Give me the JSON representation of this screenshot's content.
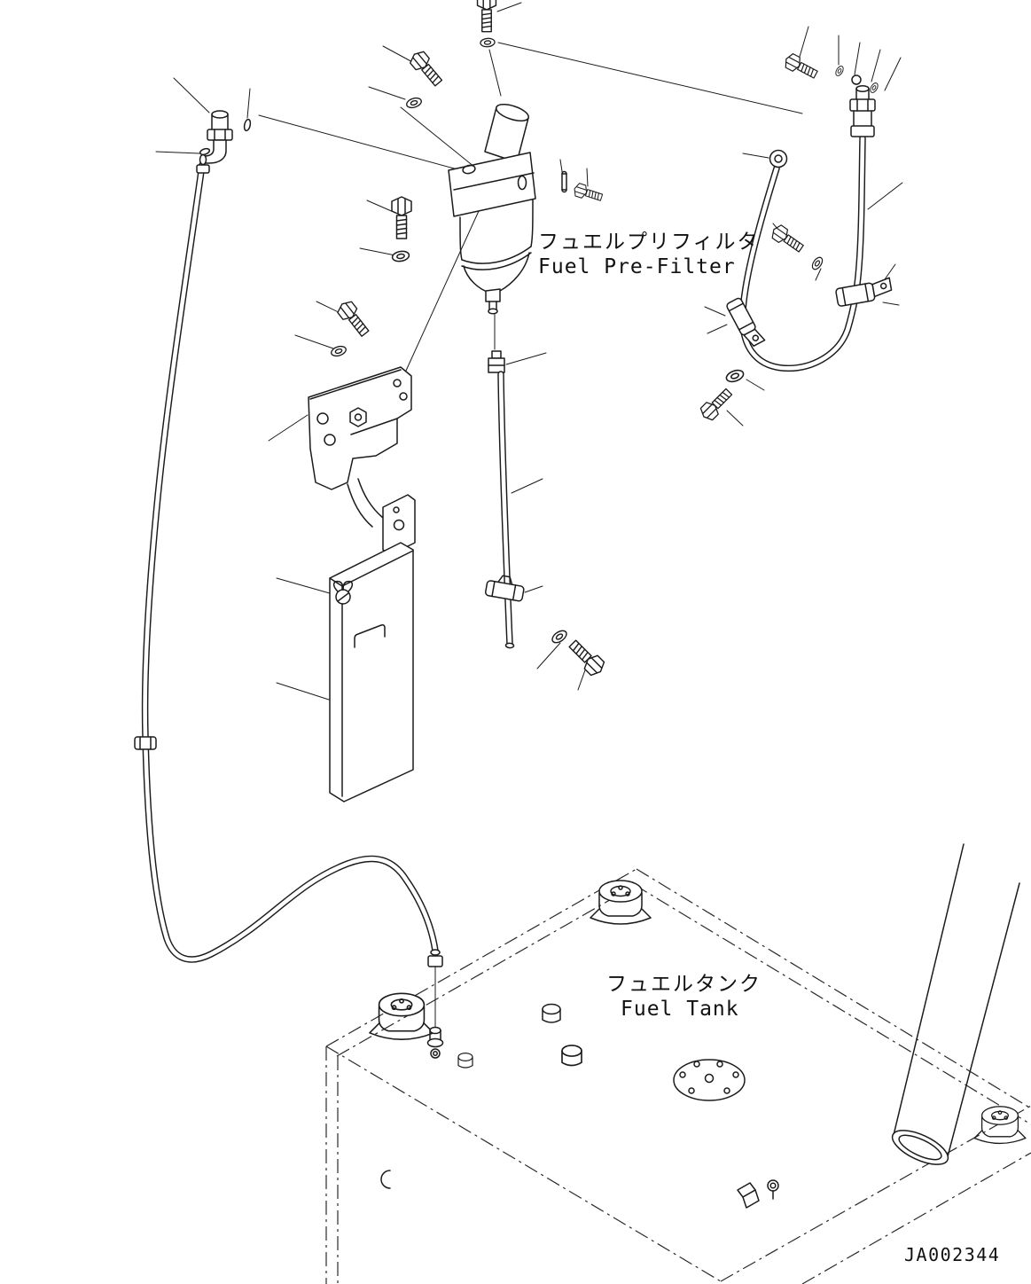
{
  "diagram": {
    "labels": {
      "pre_filter_jp": "フュエルプリフィルタ",
      "pre_filter_en": "Fuel Pre-Filter",
      "fuel_tank_jp": "フュエルタンク",
      "fuel_tank_en": "Fuel Tank"
    },
    "title_block": {
      "drawing_number": "JA002344"
    },
    "colors": {
      "line": "#1b1b1b",
      "background": "#ffffff"
    }
  }
}
